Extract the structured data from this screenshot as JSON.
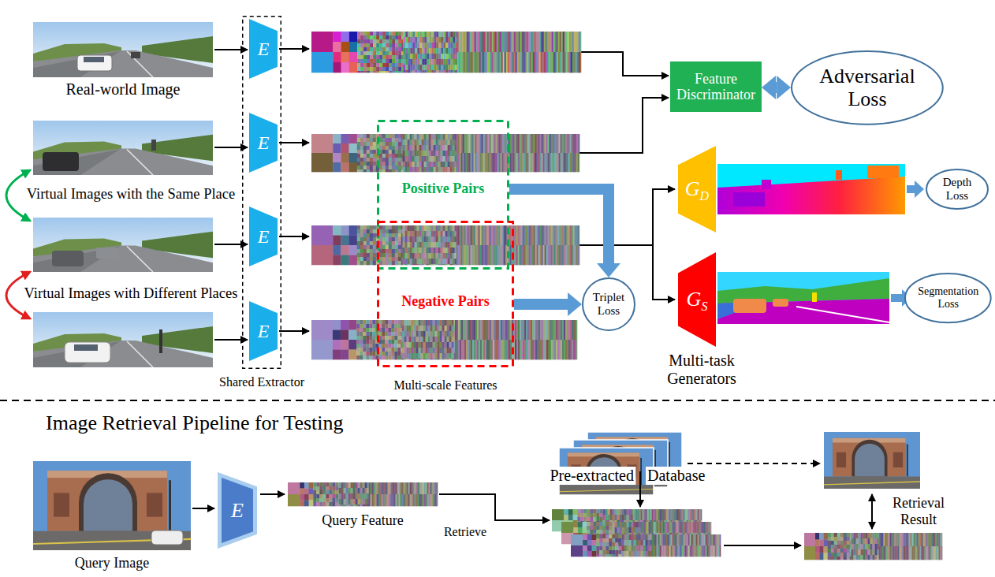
{
  "diagram": {
    "nodes": [
      {
        "text": [
          "Shared Extractor"
        ]
      },
      {
        "text": [
          "E"
        ],
        "in": 0
      },
      {
        "text": [
          "E"
        ],
        "in": 0
      },
      {
        "text": [
          "E"
        ],
        "in": 0
      },
      {
        "text": [
          "E"
        ],
        "in": 0
      },
      {
        "text": [
          "Feature Discriminator"
        ]
      },
      {
        "text": [
          "Adversarial Loss"
        ]
      },
      {
        "text": [
          "Positive Pairs"
        ]
      },
      {
        "text": [
          "Negative Pairs"
        ]
      },
      {
        "text": [
          "Triplet Loss"
        ]
      },
      {
        "text": [
          "G",
          "D"
        ]
      },
      {
        "text": [
          "G",
          "S"
        ]
      },
      {
        "text": [
          "Depth Loss"
        ]
      },
      {
        "text": [
          "Segmentation Loss"
        ]
      },
      {
        "text": [
          "E"
        ]
      }
    ],
    "edges": [
      {
        "from": 5,
        "to": 6,
        "arrow": "both"
      },
      {
        "from": 7,
        "to": 9,
        "arrow": "to"
      },
      {
        "from": 8,
        "to": 9,
        "arrow": "to"
      }
    ],
    "labels": [
      "Real-world Image",
      "Virtual Images with the Same Place",
      "Virtual Images with Different Places",
      "Multi-scale Features",
      "Multi-task Generators",
      "Image Retrieval Pipeline for Testing",
      "Query Image",
      "Query Feature",
      "Retrieve",
      "Pre-extracted",
      "Database",
      "Retrieval Result"
    ]
  }
}
